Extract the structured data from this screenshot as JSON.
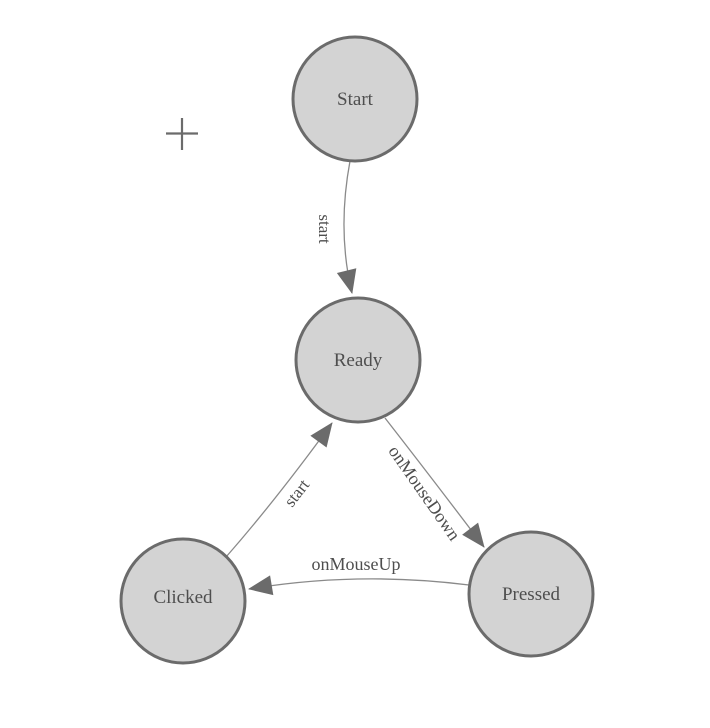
{
  "diagram": {
    "type": "state-machine",
    "background_color": "#ffffff",
    "nodes": [
      {
        "id": "start",
        "label": "Start"
      },
      {
        "id": "ready",
        "label": "Ready"
      },
      {
        "id": "clicked",
        "label": "Clicked"
      },
      {
        "id": "pressed",
        "label": "Pressed"
      }
    ],
    "edges": [
      {
        "id": "start-to-ready",
        "from": "Start",
        "to": "Ready",
        "label": "start"
      },
      {
        "id": "ready-to-pressed",
        "from": "Ready",
        "to": "Pressed",
        "label": "onMouseDown"
      },
      {
        "id": "pressed-to-clicked",
        "from": "Pressed",
        "to": "Clicked",
        "label": "onMouseUp"
      },
      {
        "id": "clicked-to-ready",
        "from": "Clicked",
        "to": "Ready",
        "label": "start"
      }
    ],
    "icons": [
      {
        "id": "crosshair-plus",
        "glyph": "plus-crosshair"
      }
    ],
    "colors": {
      "node_fill": "#d3d3d3",
      "node_border": "#6b6b6b",
      "edge_line": "#8a8a8a",
      "arrowhead": "#6b6b6b",
      "text": "#4e4e4e"
    }
  }
}
